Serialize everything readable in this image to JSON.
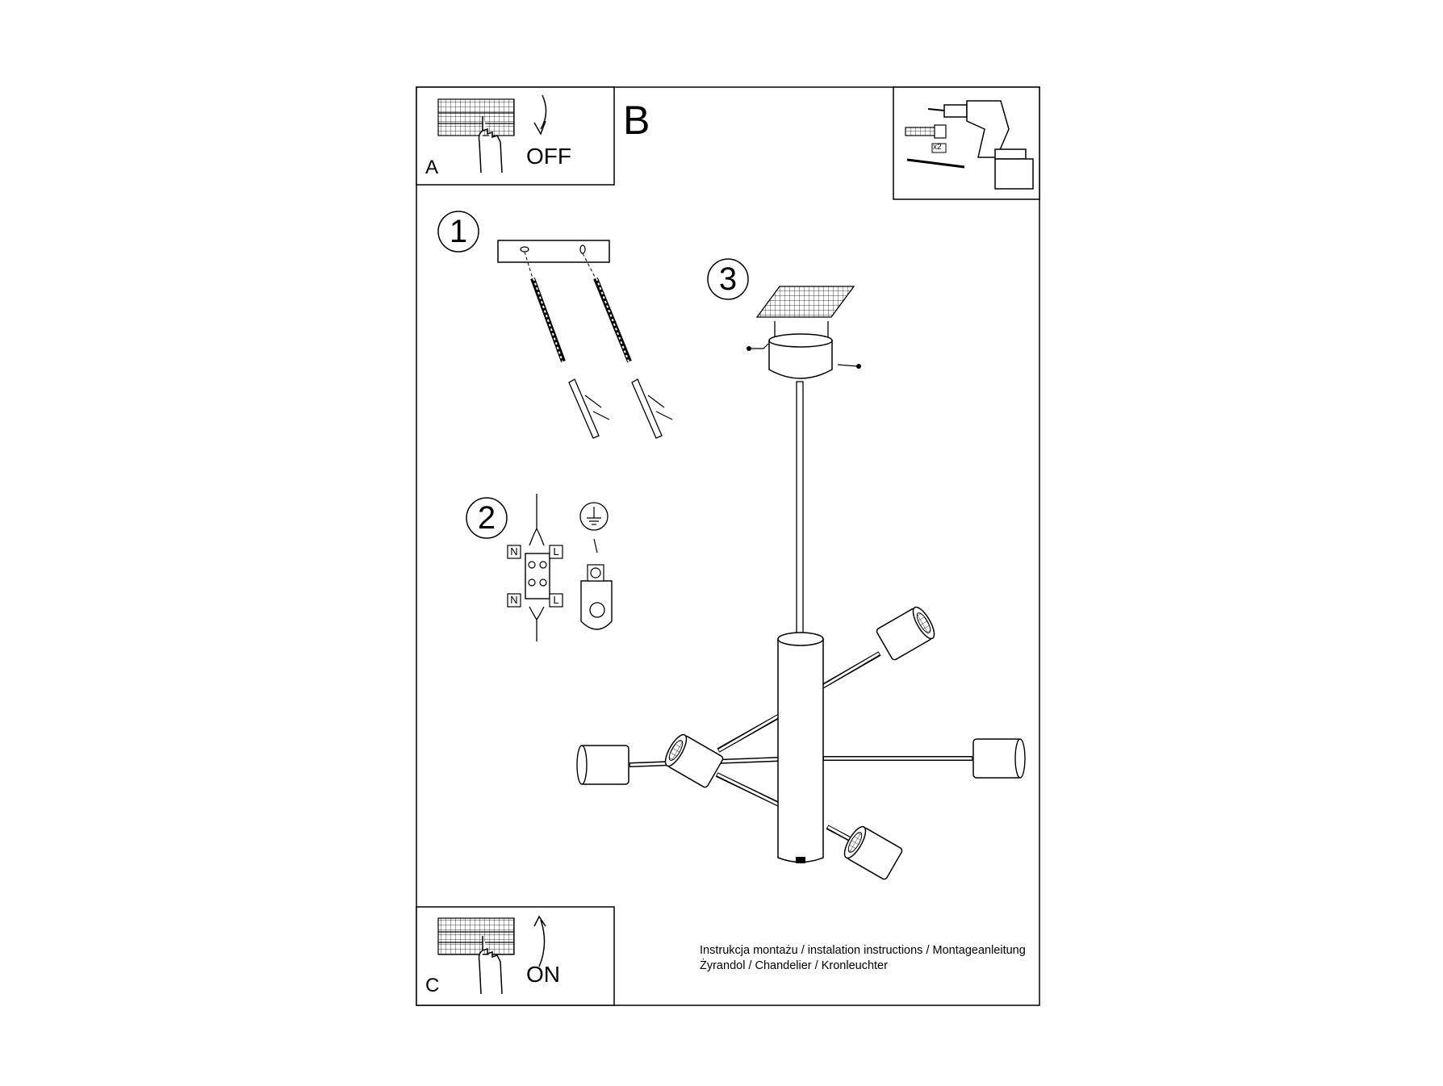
{
  "panels": {
    "a": {
      "letter": "A",
      "state": "OFF"
    },
    "b": {
      "letter": "B"
    },
    "c": {
      "letter": "C",
      "state": "ON"
    }
  },
  "tools": {
    "quantity": "x2"
  },
  "steps": [
    "1",
    "2",
    "3"
  ],
  "wiring": {
    "neutral": "N",
    "live": "L"
  },
  "footer": {
    "line1": "Instrukcja montażu / instalation instructions / Montageanleitung",
    "line2": "Żyrandol / Chandelier / Kronleuchter"
  },
  "icons": [
    "breaker-box-icon",
    "hand-icon",
    "curved-arrow-icon",
    "drill-icon",
    "wall-plug-icon",
    "screw-icon",
    "earth-ground-icon",
    "terminal-block-icon",
    "chandelier-icon"
  ]
}
